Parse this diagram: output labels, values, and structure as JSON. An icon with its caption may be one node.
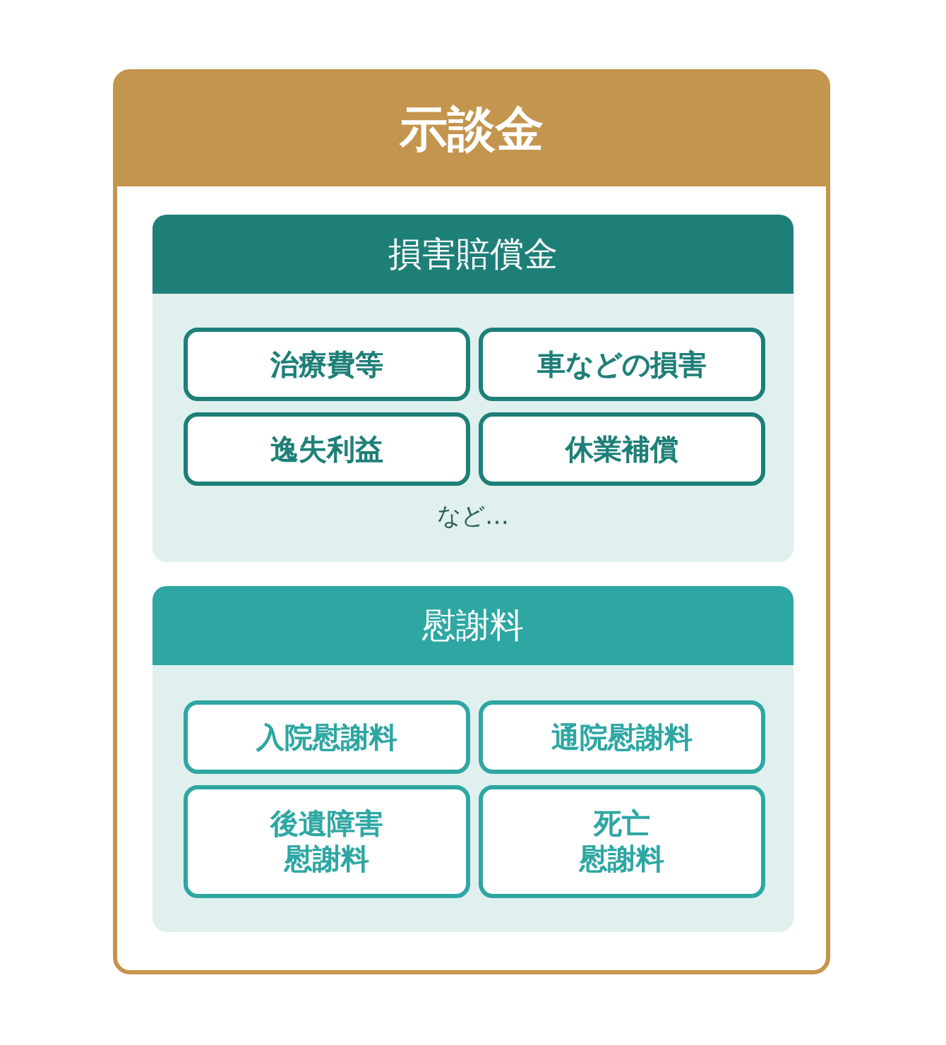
{
  "diagram": {
    "nodes": [
      {
        "text": [
          "示談金"
        ]
      },
      {
        "text": [
          "損害賠償金",
          "など…"
        ],
        "in": 0
      },
      {
        "text": [
          "治療費等"
        ],
        "in": 1
      },
      {
        "text": [
          "車などの損害"
        ],
        "in": 1
      },
      {
        "text": [
          "逸失利益"
        ],
        "in": 1
      },
      {
        "text": [
          "休業補償"
        ],
        "in": 1
      },
      {
        "text": [
          "慰謝料"
        ],
        "in": 0
      },
      {
        "text": [
          "入院慰謝料"
        ],
        "in": 6
      },
      {
        "text": [
          "通院慰謝料"
        ],
        "in": 6
      },
      {
        "text": [
          "後遺障害慰謝料"
        ],
        "in": 6
      },
      {
        "text": [
          "死亡慰謝料"
        ],
        "in": 6
      }
    ]
  }
}
